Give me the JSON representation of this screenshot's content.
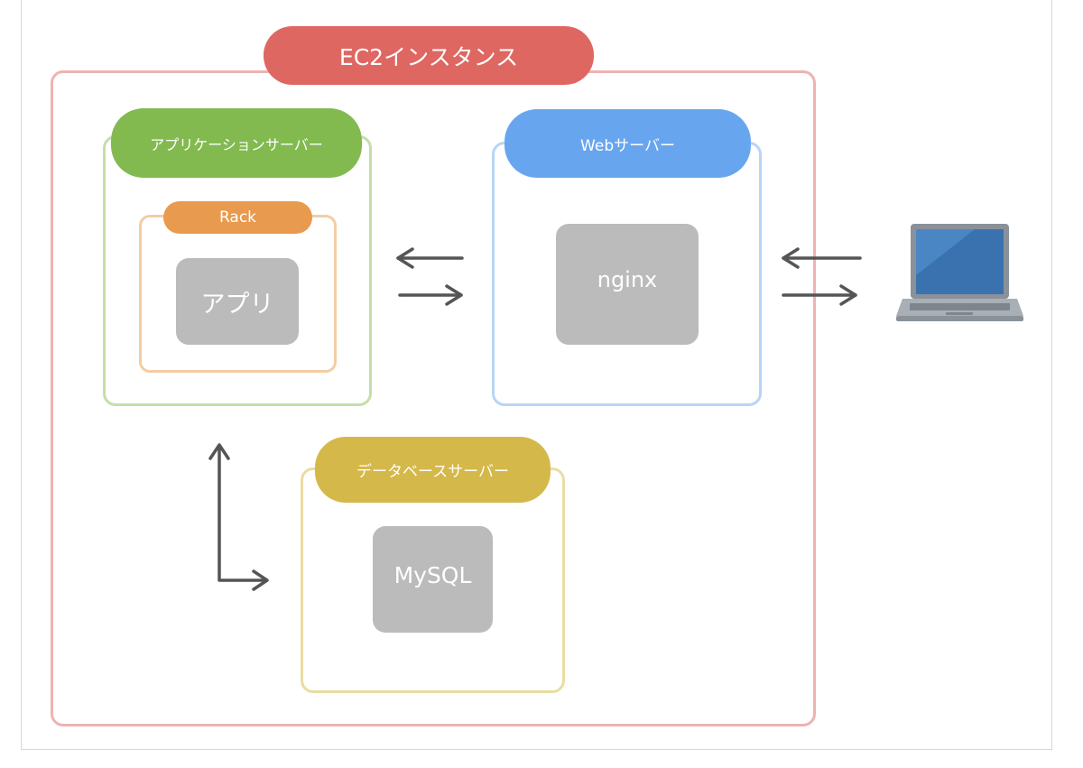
{
  "ec2": {
    "label": "EC2インスタンス",
    "color": "#de6762",
    "border_color": "#eeb3b1"
  },
  "app_server": {
    "label": "アプリケーションサーバー",
    "color": "#82ba50",
    "border_color": "#c3dfa9"
  },
  "rack": {
    "label": "Rack",
    "color": "#e89a4e",
    "border_color": "#f3cda5"
  },
  "app": {
    "label": "アプリ",
    "color": "#bbbbbb"
  },
  "web_server": {
    "label": "Webサーバー",
    "color": "#67a6ef",
    "border_color": "#b7d5f6"
  },
  "nginx": {
    "label": "nginx",
    "color": "#bbbbbb"
  },
  "db_server": {
    "label": "データベースサーバー",
    "color": "#d5b84a",
    "border_color": "#eadca2"
  },
  "mysql": {
    "label": "MySQL",
    "color": "#bbbbbb"
  },
  "client": {
    "icon": "laptop-icon"
  },
  "arrow_color": "#555555"
}
